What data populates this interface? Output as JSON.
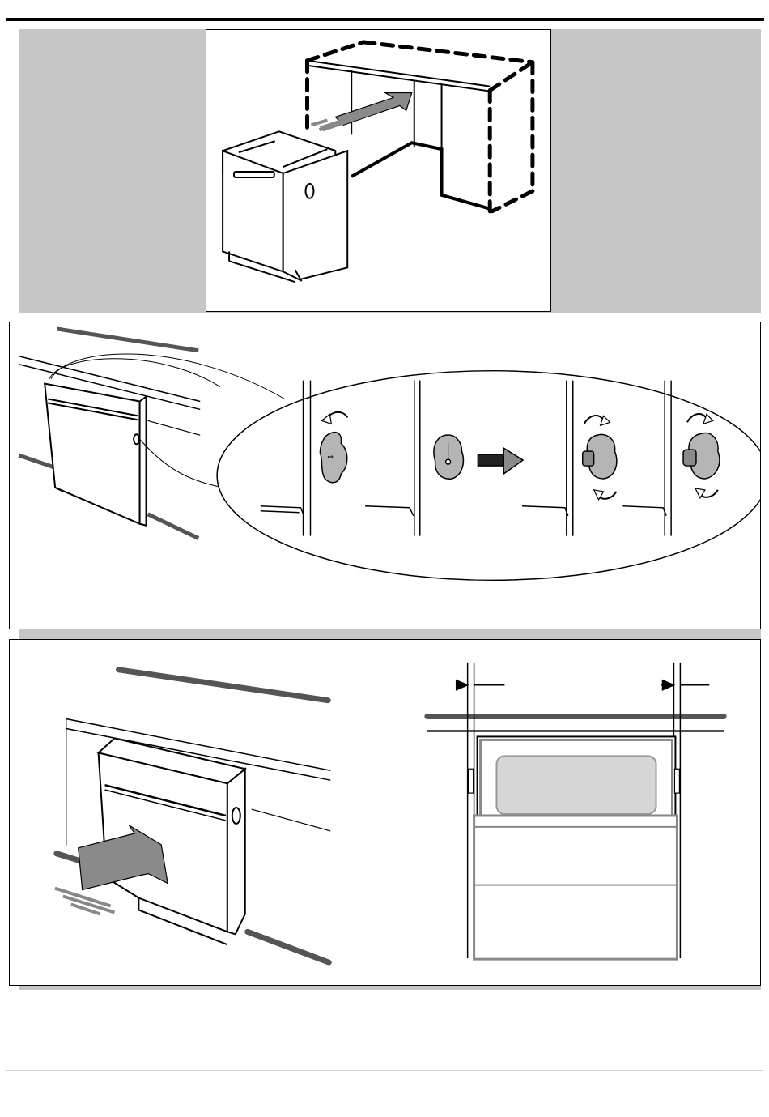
{
  "page": {
    "description_panels": [
      "step-slide-dishwasher-into-cabinet",
      "step-adjust-side-fixings",
      "step-push-dishwasher-fully-in",
      "step-check-side-gaps"
    ]
  },
  "colors": {
    "line": "#000000",
    "band_gray": "#c6c6c6",
    "arrow_gray": "#8a8a8a",
    "panel_fill": "#d6d6d6",
    "light_gray": "#bdbdbd"
  },
  "icons": {
    "rotate_arrow": "curved-arrow-icon",
    "push_arrow": "right-arrow-icon",
    "gap_arrow": "gap-arrow-icon"
  }
}
